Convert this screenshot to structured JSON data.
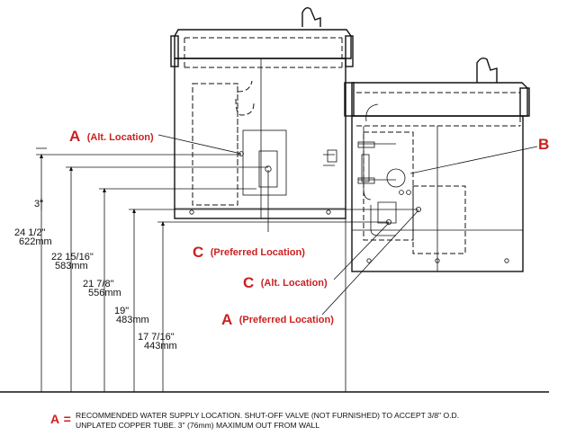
{
  "labels": {
    "a_alt": {
      "letter": "A",
      "text": "(Alt. Location)"
    },
    "b": {
      "letter": "B"
    },
    "c_preferred": {
      "letter": "C",
      "text": "(Preferred Location)"
    },
    "c_alt": {
      "letter": "C",
      "text": "(Alt. Location)"
    },
    "a_preferred": {
      "letter": "A",
      "text": "(Preferred Location)"
    }
  },
  "dimensions": {
    "d1": {
      "label": "3\""
    },
    "d2": {
      "imperial": "24 1/2\"",
      "metric": "622mm"
    },
    "d3": {
      "imperial": "22 15/16\"",
      "metric": "583mm"
    },
    "d4": {
      "imperial": "21 7/8\"",
      "metric": "556mm"
    },
    "d5": {
      "imperial": "19\"",
      "metric": "483mm"
    },
    "d6": {
      "imperial": "17 7/16\"",
      "metric": "443mm"
    }
  },
  "footnote": {
    "letter": "A",
    "separator": "=",
    "line1": "RECOMMENDED WATER SUPPLY LOCATION. SHUT-OFF VALVE (NOT FURNISHED) TO ACCEPT 3/8\" O.D.",
    "line2": "UNPLATED COPPER TUBE. 3\" (76mm) MAXIMUM OUT FROM WALL"
  },
  "colors": {
    "accent": "#cc1f1f",
    "line": "#111111"
  }
}
